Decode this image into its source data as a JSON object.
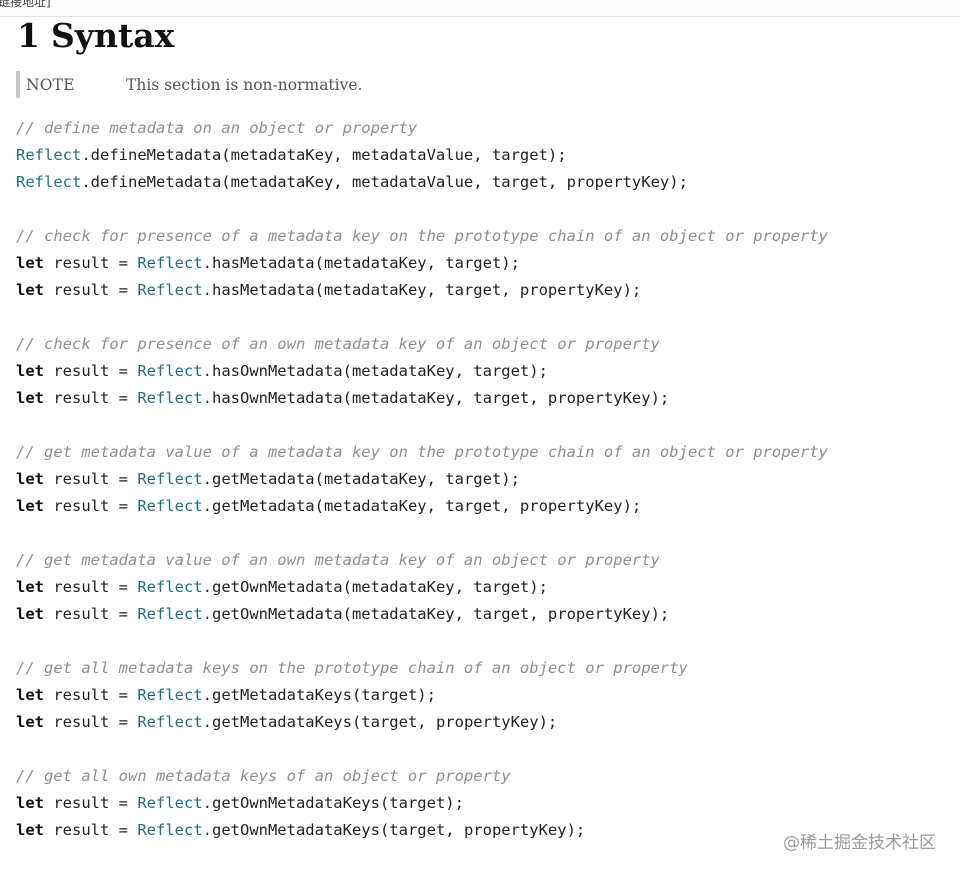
{
  "topbar": {
    "text": "链接地址]"
  },
  "section": {
    "number": "1",
    "title": "Syntax"
  },
  "note": {
    "label": "NOTE",
    "text": "This section is non-normative."
  },
  "code_colors": {
    "comment": "#8f8f8f",
    "keyword": "#111111",
    "object": "#1f6f87",
    "plain": "#222222"
  },
  "code": {
    "lines": [
      [
        {
          "t": "comment",
          "v": "// define metadata on an object or property"
        }
      ],
      [
        {
          "t": "obj",
          "v": "Reflect"
        },
        {
          "t": "plain",
          "v": ".defineMetadata(metadataKey, metadataValue, target);"
        }
      ],
      [
        {
          "t": "obj",
          "v": "Reflect"
        },
        {
          "t": "plain",
          "v": ".defineMetadata(metadataKey, metadataValue, target, propertyKey);"
        }
      ],
      [],
      [
        {
          "t": "comment",
          "v": "// check for presence of a metadata key on the prototype chain of an object or property"
        }
      ],
      [
        {
          "t": "kw",
          "v": "let"
        },
        {
          "t": "plain",
          "v": " result = "
        },
        {
          "t": "obj",
          "v": "Reflect"
        },
        {
          "t": "plain",
          "v": ".hasMetadata(metadataKey, target);"
        }
      ],
      [
        {
          "t": "kw",
          "v": "let"
        },
        {
          "t": "plain",
          "v": " result = "
        },
        {
          "t": "obj",
          "v": "Reflect"
        },
        {
          "t": "plain",
          "v": ".hasMetadata(metadataKey, target, propertyKey);"
        }
      ],
      [],
      [
        {
          "t": "comment",
          "v": "// check for presence of an own metadata key of an object or property"
        }
      ],
      [
        {
          "t": "kw",
          "v": "let"
        },
        {
          "t": "plain",
          "v": " result = "
        },
        {
          "t": "obj",
          "v": "Reflect"
        },
        {
          "t": "plain",
          "v": ".hasOwnMetadata(metadataKey, target);"
        }
      ],
      [
        {
          "t": "kw",
          "v": "let"
        },
        {
          "t": "plain",
          "v": " result = "
        },
        {
          "t": "obj",
          "v": "Reflect"
        },
        {
          "t": "plain",
          "v": ".hasOwnMetadata(metadataKey, target, propertyKey);"
        }
      ],
      [],
      [
        {
          "t": "comment",
          "v": "// get metadata value of a metadata key on the prototype chain of an object or property"
        }
      ],
      [
        {
          "t": "kw",
          "v": "let"
        },
        {
          "t": "plain",
          "v": " result = "
        },
        {
          "t": "obj",
          "v": "Reflect"
        },
        {
          "t": "plain",
          "v": ".getMetadata(metadataKey, target);"
        }
      ],
      [
        {
          "t": "kw",
          "v": "let"
        },
        {
          "t": "plain",
          "v": " result = "
        },
        {
          "t": "obj",
          "v": "Reflect"
        },
        {
          "t": "plain",
          "v": ".getMetadata(metadataKey, target, propertyKey);"
        }
      ],
      [],
      [
        {
          "t": "comment",
          "v": "// get metadata value of an own metadata key of an object or property"
        }
      ],
      [
        {
          "t": "kw",
          "v": "let"
        },
        {
          "t": "plain",
          "v": " result = "
        },
        {
          "t": "obj",
          "v": "Reflect"
        },
        {
          "t": "plain",
          "v": ".getOwnMetadata(metadataKey, target);"
        }
      ],
      [
        {
          "t": "kw",
          "v": "let"
        },
        {
          "t": "plain",
          "v": " result = "
        },
        {
          "t": "obj",
          "v": "Reflect"
        },
        {
          "t": "plain",
          "v": ".getOwnMetadata(metadataKey, target, propertyKey);"
        }
      ],
      [],
      [
        {
          "t": "comment",
          "v": "// get all metadata keys on the prototype chain of an object or property"
        }
      ],
      [
        {
          "t": "kw",
          "v": "let"
        },
        {
          "t": "plain",
          "v": " result = "
        },
        {
          "t": "obj",
          "v": "Reflect"
        },
        {
          "t": "plain",
          "v": ".getMetadataKeys(target);"
        }
      ],
      [
        {
          "t": "kw",
          "v": "let"
        },
        {
          "t": "plain",
          "v": " result = "
        },
        {
          "t": "obj",
          "v": "Reflect"
        },
        {
          "t": "plain",
          "v": ".getMetadataKeys(target, propertyKey);"
        }
      ],
      [],
      [
        {
          "t": "comment",
          "v": "// get all own metadata keys of an object or property"
        }
      ],
      [
        {
          "t": "kw",
          "v": "let"
        },
        {
          "t": "plain",
          "v": " result = "
        },
        {
          "t": "obj",
          "v": "Reflect"
        },
        {
          "t": "plain",
          "v": ".getOwnMetadataKeys(target);"
        }
      ],
      [
        {
          "t": "kw",
          "v": "let"
        },
        {
          "t": "plain",
          "v": " result = "
        },
        {
          "t": "obj",
          "v": "Reflect"
        },
        {
          "t": "plain",
          "v": ".getOwnMetadataKeys(target, propertyKey);"
        }
      ]
    ]
  },
  "watermark": {
    "text": "@稀土掘金技术社区"
  }
}
